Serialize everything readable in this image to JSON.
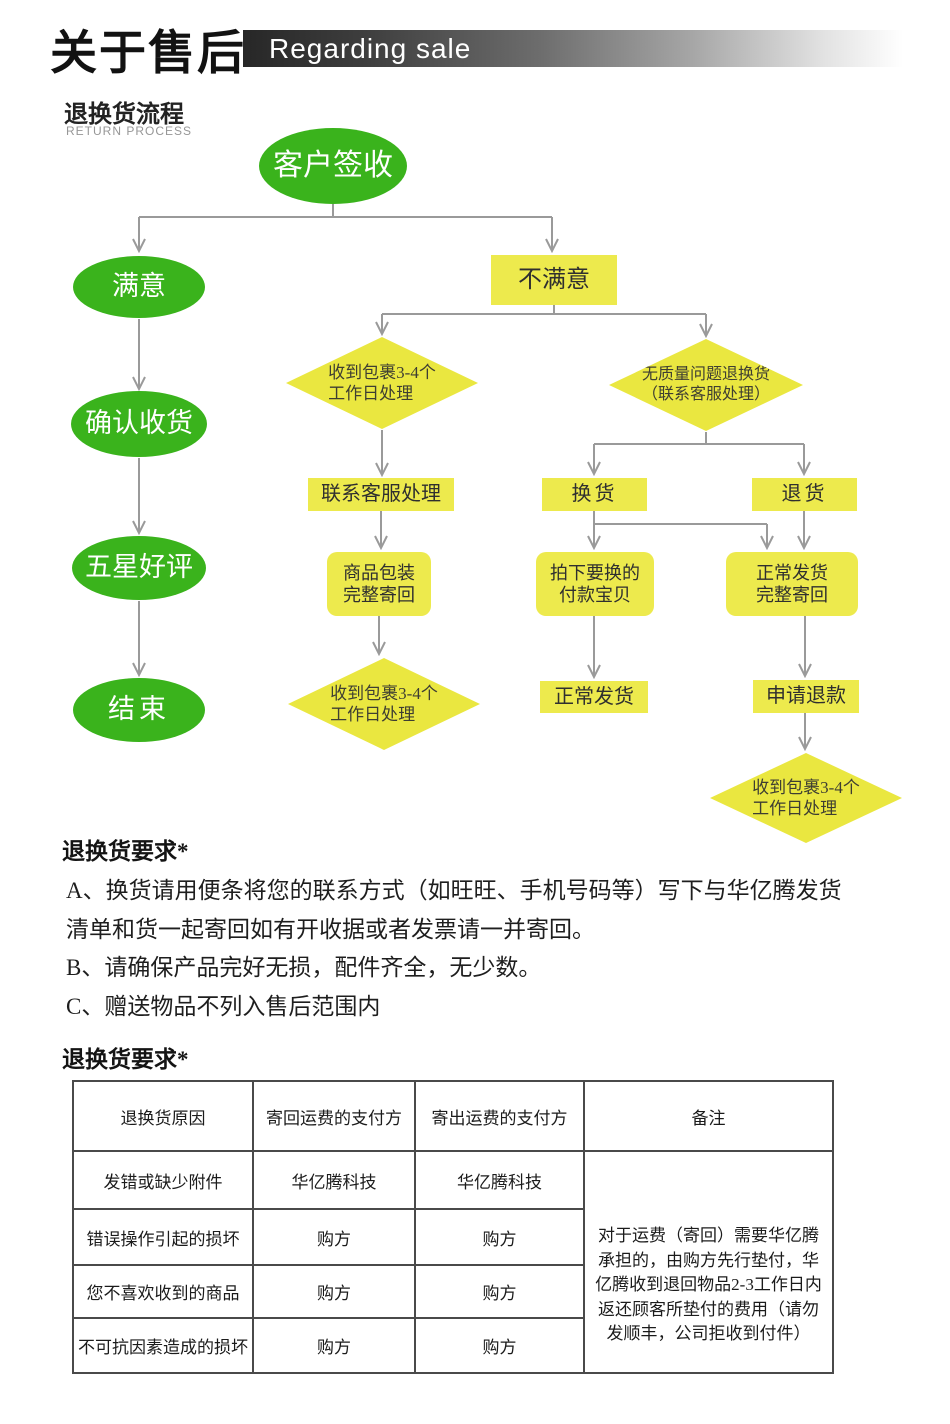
{
  "header": {
    "title_cn": "关于售后",
    "title_en": "Regarding sale"
  },
  "flow_section": {
    "title": "退换货流程",
    "subtitle": "RETURN PROCESS"
  },
  "flowchart": {
    "customer_sign": "客户签收",
    "satisfied": "满意",
    "confirm_receipt": "确认收货",
    "five_star": "五星好评",
    "end": "结束",
    "unsatisfied": "不满意",
    "process_days_1": "收到包裹3-4个\n工作日处理",
    "no_quality_issue": "无质量问题退换货\n（联系客服处理）",
    "contact_service": "联系客服处理",
    "exchange": "换货",
    "return_goods": "退货",
    "pack_return": "商品包装\n完整寄回",
    "buy_replacement": "拍下要换的\n付款宝贝",
    "ship_and_return": "正常发货\n完整寄回",
    "normal_ship": "正常发货",
    "apply_refund": "申请退款",
    "process_days_2": "收到包裹3-4个\n工作日处理",
    "process_days_3": "收到包裹3-4个\n工作日处理"
  },
  "requirements": {
    "title": "退换货要求*",
    "lines": [
      "A、换货请用便条将您的联系方式（如旺旺、手机号码等）写下与华亿腾发货",
      "清单和货一起寄回如有开收据或者发票请一并寄回。",
      "B、请确保产品完好无损，配件齐全，无少数。",
      "C、赠送物品不列入售后范围内"
    ]
  },
  "table_section": {
    "title": "退换货要求*",
    "headers": [
      "退换货原因",
      "寄回运费的支付方",
      "寄出运费的支付方",
      "备注"
    ],
    "rows": [
      [
        "发错或缺少附件",
        "华亿腾科技",
        "华亿腾科技"
      ],
      [
        "错误操作引起的损坏",
        "购方",
        "购方"
      ],
      [
        "您不喜欢收到的商品",
        "购方",
        "购方"
      ],
      [
        "不可抗因素造成的损坏",
        "购方",
        "购方"
      ]
    ],
    "note": "对于运费（寄回）需要华亿腾承担的，由购方先行垫付，华亿腾收到退回物品2-3工作日内返还顾客所垫付的费用（请勿发顺丰，公司拒收到付件）"
  },
  "colors": {
    "node_green": "#3ab31c",
    "node_yellow": "#edea4d",
    "diamond_yellow": "#eae740",
    "connector_gray": "#9a9a9a",
    "header_bar_dark": "#272727"
  }
}
